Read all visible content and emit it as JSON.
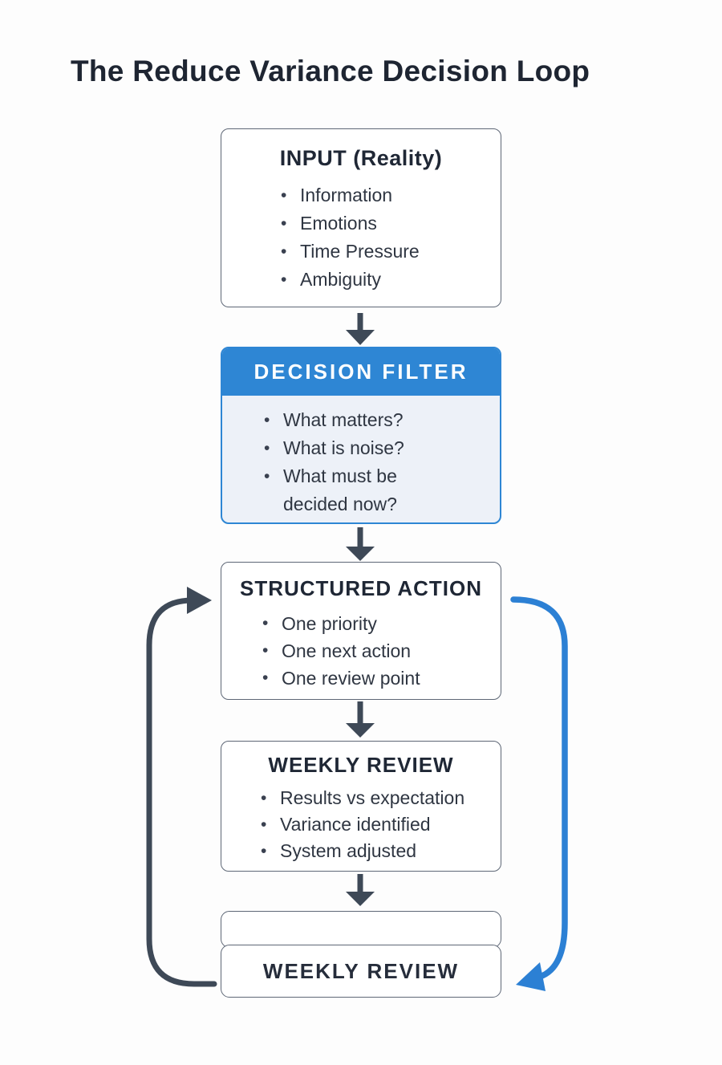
{
  "title": "The Reduce Variance Decision Loop",
  "colors": {
    "accent_blue": "#2E86D4",
    "loop_blue": "#2C80D4",
    "arrow_dark": "#3E4957",
    "box_border": "#5E6776",
    "filter_body_bg": "#EDF1F8",
    "heading_text": "#1F2735",
    "body_text": "#2F3642"
  },
  "flow": {
    "input": {
      "heading": "INPUT (Reality)",
      "items": [
        "Information",
        "Emotions",
        "Time Pressure",
        "Ambiguity"
      ]
    },
    "filter": {
      "heading": "DECISION FILTER",
      "items": [
        "What matters?",
        "What is noise?",
        "What must be decided now?"
      ]
    },
    "action": {
      "heading": "STRUCTURED ACTION",
      "items": [
        "One priority",
        "One next action",
        "One review point"
      ]
    },
    "review": {
      "heading": "WEEKLY REVIEW",
      "items": [
        "Results vs expectation",
        "Variance identified",
        "System adjusted"
      ]
    },
    "loop": {
      "heading": "WEEKLY REVIEW"
    }
  }
}
